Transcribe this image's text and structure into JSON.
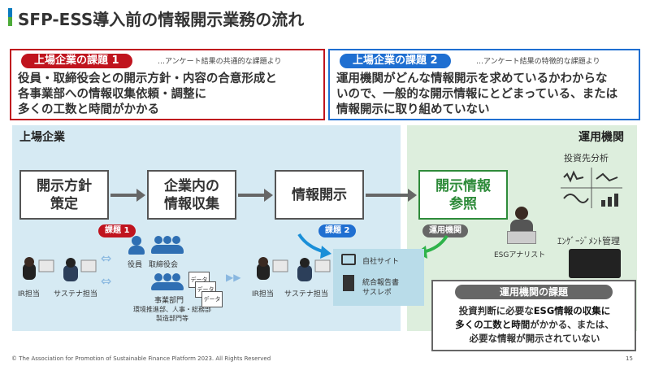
{
  "title": "SFP-ESS導入前の情報開示業務の流れ",
  "issue1": {
    "label": "上場企業の課題 1",
    "note": "…アンケート結果の共通的な課題より",
    "line1": "役員・取締役会との開示方針・内容の合意形成と",
    "line2": "各事業部への情報収集依頼・調整に",
    "line3": "多くの工数と時間がかかる"
  },
  "issue2": {
    "label": "上場企業の課題 2",
    "note": "…アンケート結果の特徴的な課題より",
    "line1": "運用機関がどんな情報開示を求めているかわからな",
    "line2": "いので、一般的な開示情報にとどまっている、または",
    "line3": "情報開示に取り組めていない"
  },
  "regions": {
    "left": "上場企業",
    "right": "運用機関"
  },
  "process": {
    "step1_l1": "開示方針",
    "step1_l2": "策定",
    "step2_l1": "企業内の",
    "step2_l2": "情報収集",
    "step3": "情報開示",
    "step4_l1": "開示情報",
    "step4_l2": "参照"
  },
  "tags": {
    "issue1": "課題 1",
    "issue2": "課題 2",
    "investor": "運用機関"
  },
  "people": {
    "ir": "IR担当",
    "sustain": "サステナ担当",
    "officers": "役員",
    "board": "取締役会",
    "depts": "事業部門",
    "depts_sub1": "環境推進部、人事・総務部",
    "depts_sub2": "製造部門等",
    "ir2": "IR担当",
    "sustain2": "サステナ担当",
    "analyst": "ESGアナリスト"
  },
  "data_docs": [
    "データ",
    "データ",
    "データ"
  ],
  "channels": {
    "site": "自社サイト",
    "report_l1": "統合報告書",
    "report_l2": "サスレポ"
  },
  "right_panel": {
    "analysis": "投資先分析",
    "engagement": "ｴﾝｹﾞｰｼﾞﾒﾝﾄ管理"
  },
  "investor_issue": {
    "label": "運用機関の課題",
    "line1_a": "投資判断に必要な",
    "line1_b": "ESG情報の収集に",
    "line2_a": "多くの工数と時間",
    "line2_b": "がかかる、または、",
    "line3_a": "必要な情報",
    "line3_b": "が",
    "line3_c": "開示されていない"
  },
  "footer": {
    "copyright": "© The Association for Promotion of Sustainable Finance Platform 2023. All Rights Reserved",
    "page": "15"
  },
  "colors": {
    "red": "#c0141e",
    "blue": "#1f6fd1",
    "green": "#2e8b3a",
    "gray_label": "#666666"
  }
}
